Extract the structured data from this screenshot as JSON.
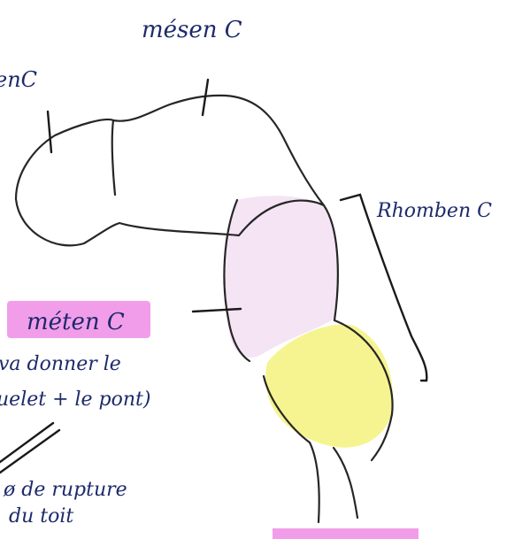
{
  "labels": {
    "mesencephalon": "mésen C",
    "prosencephalon_partial": "enC",
    "rhombencephalon": "Rhomben C",
    "metencephalon": "méten C",
    "metencephalon_note_line1": "va donner le",
    "metencephalon_note_line2": "uelet + le pont)",
    "roof_note_line1": "ø de rupture",
    "roof_note_line2": "du toit"
  },
  "colors": {
    "ink": "#262626",
    "pen_blue": "#1d2a6b",
    "highlight_pink": "#f08ce6",
    "fill_pink": "#f3e1f3",
    "fill_yellow": "#f6f38a"
  }
}
